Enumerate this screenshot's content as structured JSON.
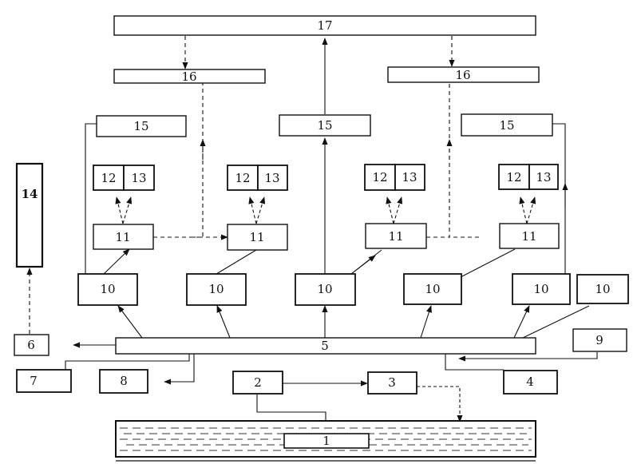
{
  "colors": {
    "ink": "#111111",
    "paper": "#ffffff"
  },
  "nodes": {
    "n17": "17",
    "n16l": "16",
    "n16r": "16",
    "n15a": "15",
    "n15b": "15",
    "n15c": "15",
    "n14": "14",
    "n12a": "12",
    "n13a": "13",
    "n12b": "12",
    "n13b": "13",
    "n12c": "12",
    "n13c": "13",
    "n12d": "12",
    "n13d": "13",
    "n11a": "11",
    "n11b": "11",
    "n11c": "11",
    "n11d": "11",
    "n10a": "10",
    "n10b": "10",
    "n10c": "10",
    "n10d": "10",
    "n10e": "10",
    "n10f": "10",
    "n9": "9",
    "n6": "6",
    "n5": "5",
    "n7": "7",
    "n8": "8",
    "n2": "2",
    "n3": "3",
    "n4": "4",
    "n1": "1"
  }
}
